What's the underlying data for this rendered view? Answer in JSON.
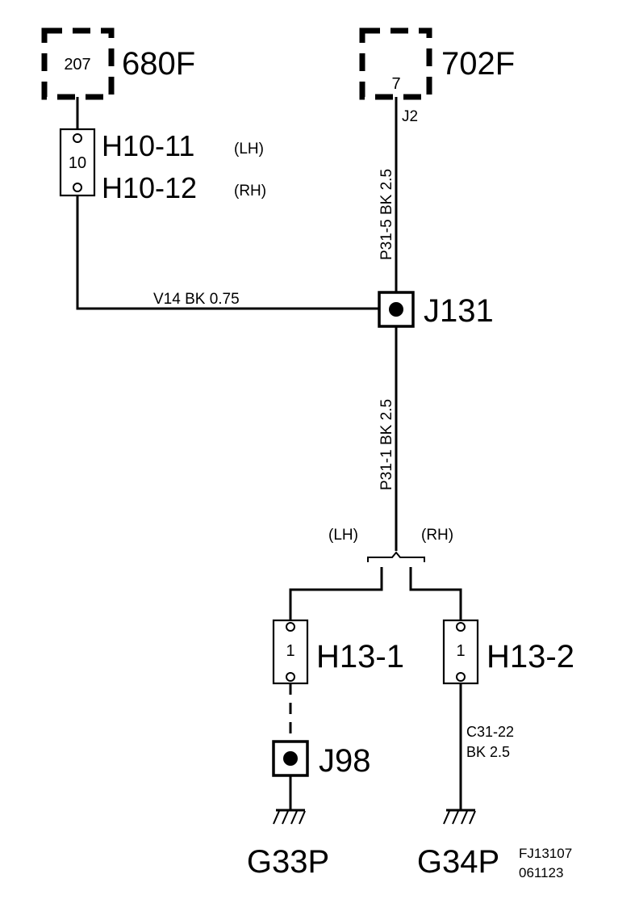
{
  "diagram": {
    "colors": {
      "line": "#000000",
      "background": "#ffffff"
    },
    "connectors": {
      "c680f": {
        "pin": "207",
        "label": "680F"
      },
      "c702f": {
        "pin": "7",
        "label": "702F",
        "terminal": "J2"
      }
    },
    "fuse_h10": {
      "number": "10",
      "label_top": "H10-11",
      "label_top_side": "(LH)",
      "label_bottom": "H10-12",
      "label_bottom_side": "(RH)"
    },
    "wires": {
      "p31_5": "P31-5  BK  2.5",
      "v14": "V14   BK  0.75",
      "p31_1": "P31-1  BK  2.5",
      "c31_22_line1": "C31-22",
      "c31_22_line2": "BK  2.5"
    },
    "splice_j131": {
      "label": "J131"
    },
    "split": {
      "left": "(LH)",
      "right": "(RH)"
    },
    "fuse_h13_1": {
      "number": "1",
      "label": "H13-1"
    },
    "fuse_h13_2": {
      "number": "1",
      "label": "H13-2"
    },
    "splice_j98": {
      "label": "J98"
    },
    "grounds": {
      "g33p": "G33P",
      "g34p": "G34P"
    },
    "footer": {
      "code_line1": "FJ13107",
      "code_line2": "061123"
    }
  }
}
